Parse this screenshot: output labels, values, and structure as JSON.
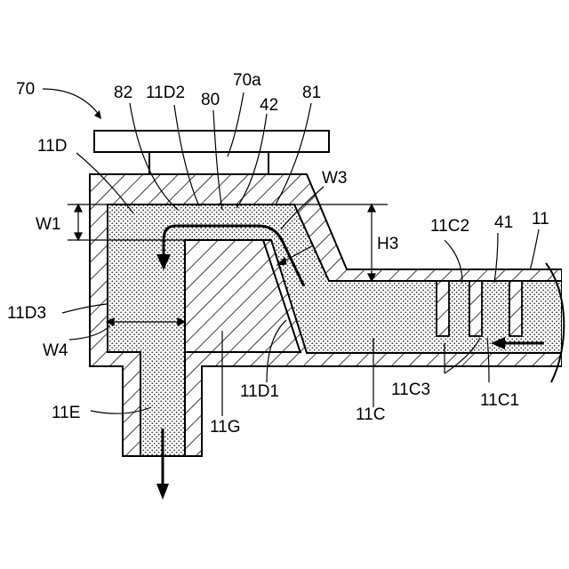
{
  "figure": {
    "labels": {
      "device": "70",
      "lbl_82": "82",
      "lbl_11D2": "11D2",
      "lbl_80": "80",
      "lbl_70a": "70a",
      "lbl_42": "42",
      "lbl_81": "81",
      "lbl_11D": "11D",
      "lbl_W3": "W3",
      "lbl_W1": "W1",
      "lbl_H3": "H3",
      "lbl_11C2": "11C2",
      "lbl_41": "41",
      "lbl_11": "11",
      "lbl_11D3": "11D3",
      "lbl_W4": "W4",
      "lbl_11D1": "11D1",
      "lbl_11C3": "11C3",
      "lbl_11C1": "11C1",
      "lbl_11C": "11C",
      "lbl_11G": "11G",
      "lbl_11E": "11E"
    }
  }
}
